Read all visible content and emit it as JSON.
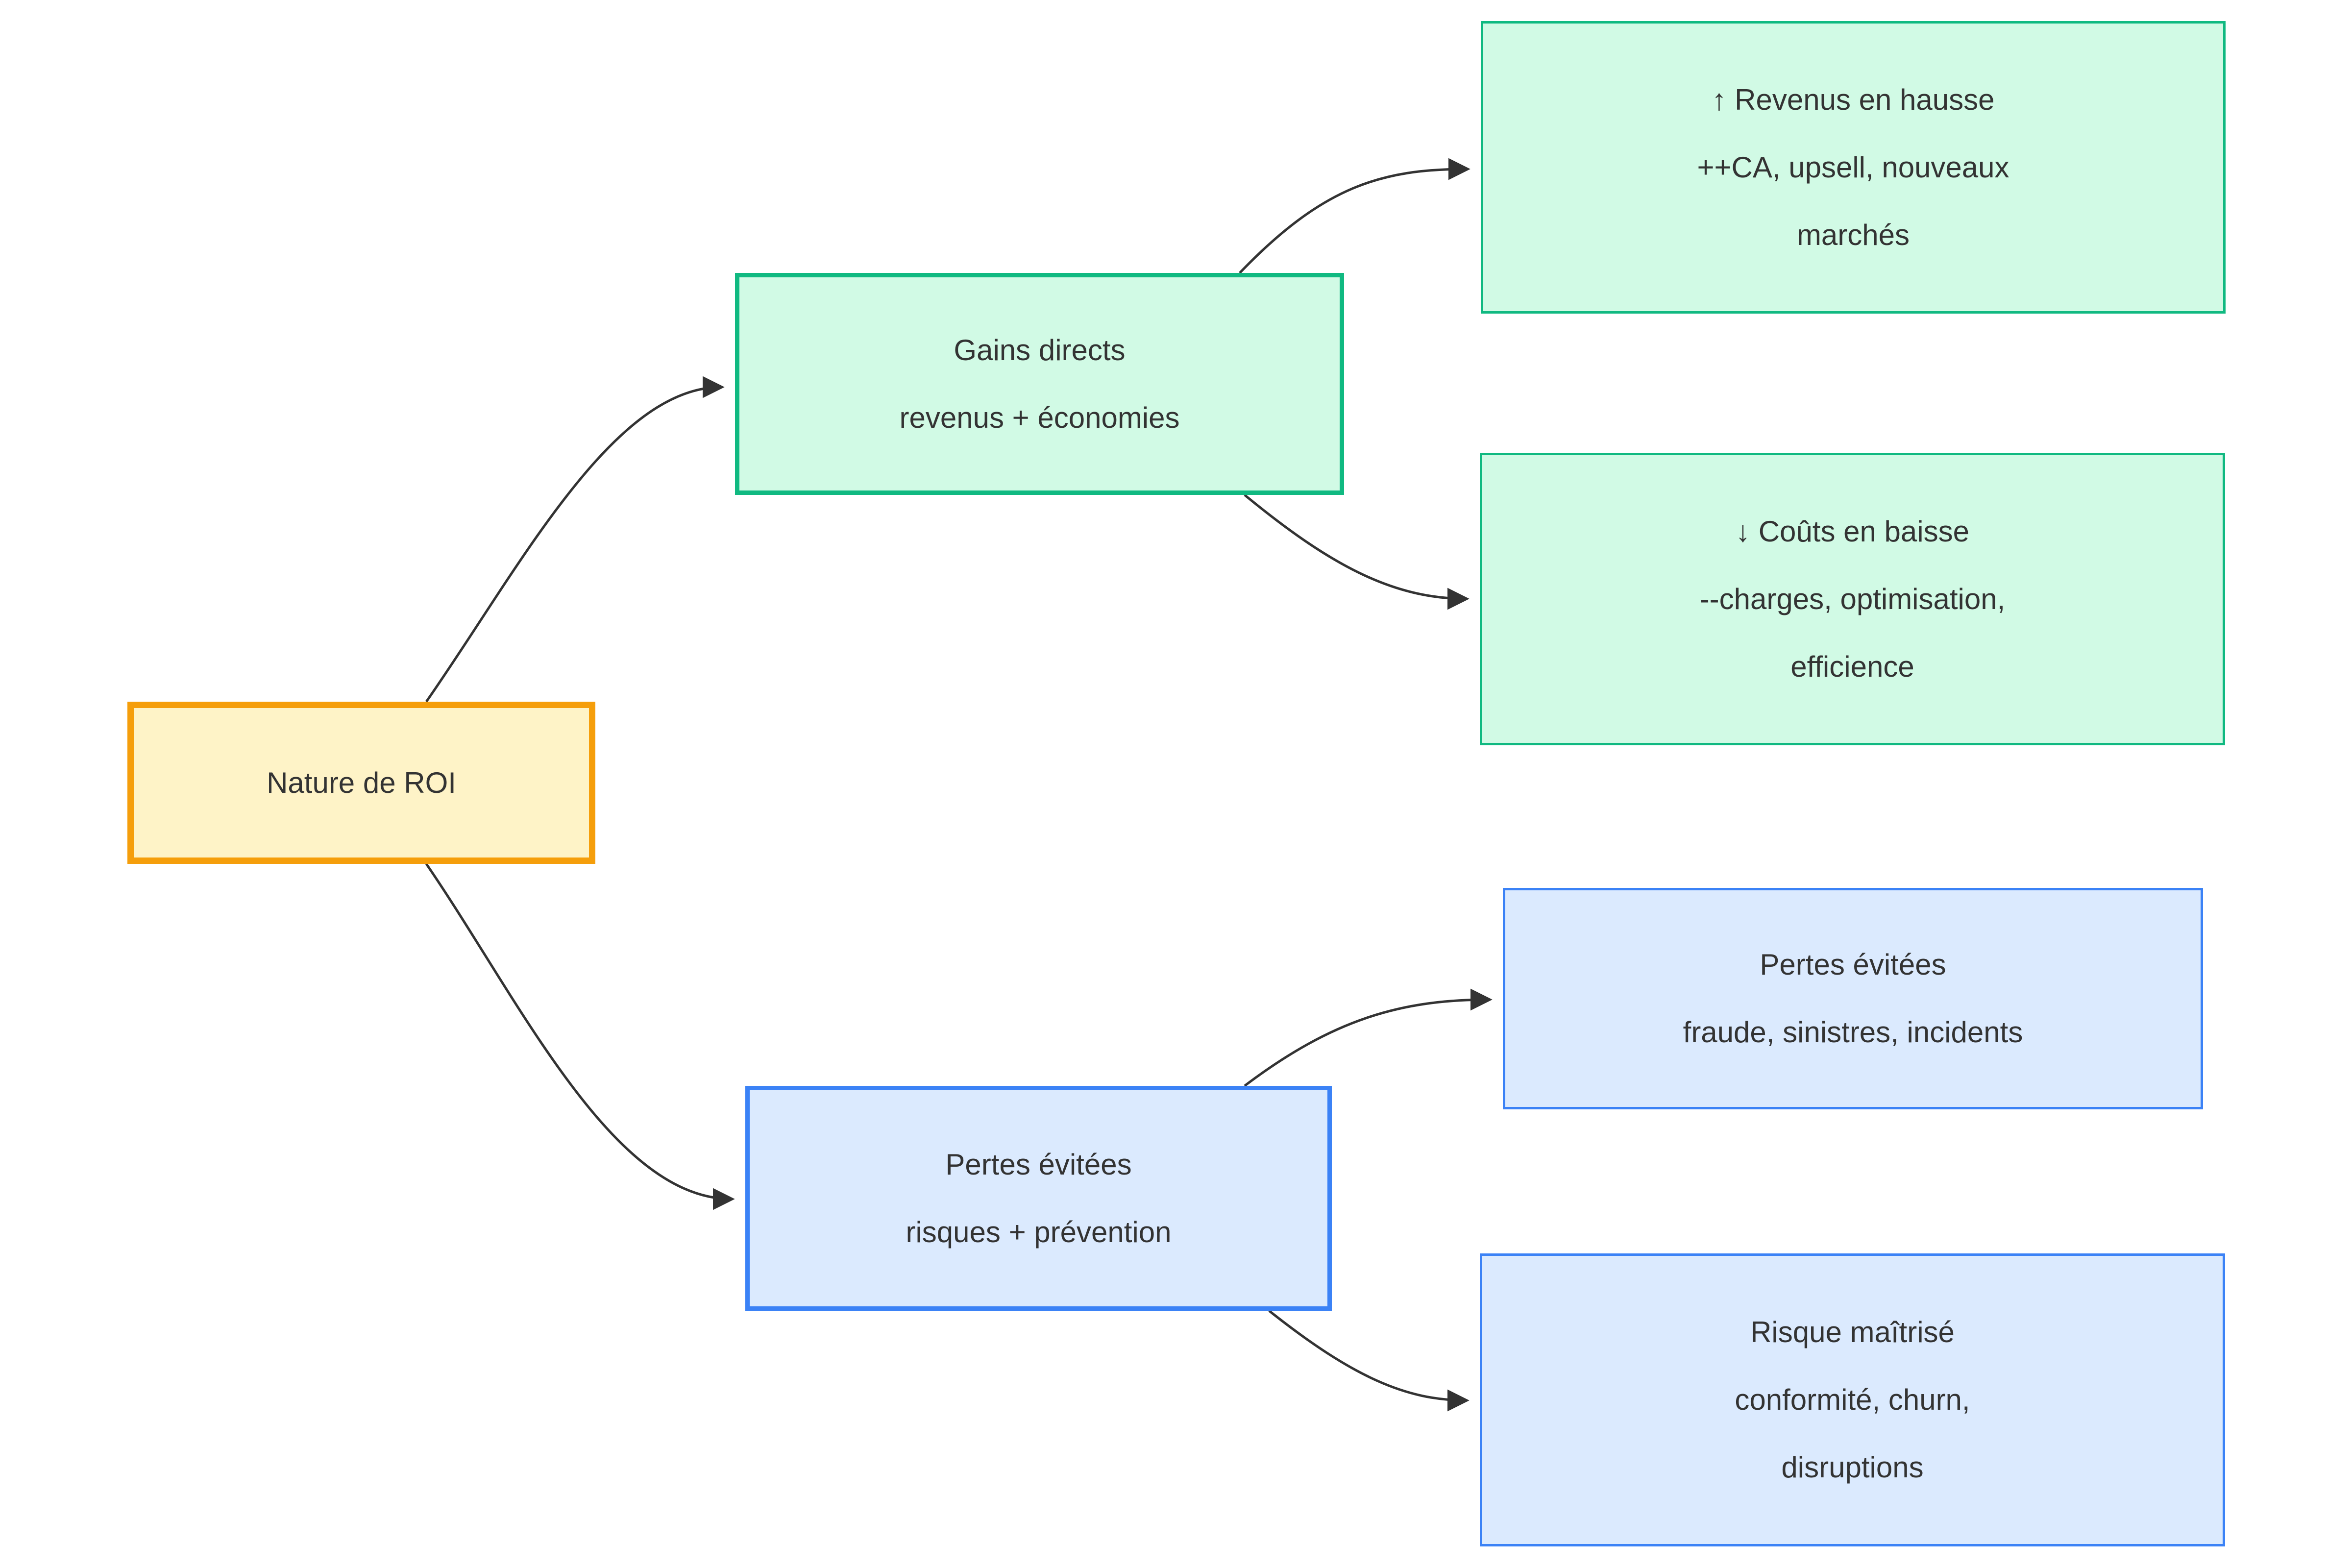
{
  "diagram": {
    "title": "Nature de ROI",
    "background_color": "#ffffff",
    "edge_color": "#333333",
    "text_color": "#333333",
    "nodes": [
      {
        "id": "root",
        "lines": [
          "Nature de ROI"
        ],
        "fill": "#FEF3C7",
        "stroke": "#F59E0B"
      },
      {
        "id": "gains",
        "lines": [
          "Gains directs",
          "revenus + économies"
        ],
        "fill": "#D1FAE5",
        "stroke": "#10B981"
      },
      {
        "id": "pertes",
        "lines": [
          "Pertes évitées",
          "risques + prévention"
        ],
        "fill": "#DBEAFE",
        "stroke": "#3B82F6"
      },
      {
        "id": "revenus",
        "lines": [
          "↑ Revenus en hausse",
          "++CA, upsell, nouveaux",
          "marchés"
        ],
        "fill": "#D1FAE5",
        "stroke": "#10B981"
      },
      {
        "id": "couts",
        "lines": [
          "↓ Coûts en baisse",
          "--charges, optimisation,",
          "efficience"
        ],
        "fill": "#D1FAE5",
        "stroke": "#10B981"
      },
      {
        "id": "fraude",
        "lines": [
          "Pertes évitées",
          "fraude, sinistres, incidents"
        ],
        "fill": "#DBEAFE",
        "stroke": "#3B82F6"
      },
      {
        "id": "risque",
        "lines": [
          "Risque maîtrisé",
          "conformité, churn,",
          "disruptions"
        ],
        "fill": "#DBEAFE",
        "stroke": "#3B82F6"
      }
    ],
    "edges": [
      {
        "from": "root",
        "to": "gains"
      },
      {
        "from": "root",
        "to": "pertes"
      },
      {
        "from": "gains",
        "to": "revenus"
      },
      {
        "from": "gains",
        "to": "couts"
      },
      {
        "from": "pertes",
        "to": "fraude"
      },
      {
        "from": "pertes",
        "to": "risque"
      }
    ]
  }
}
